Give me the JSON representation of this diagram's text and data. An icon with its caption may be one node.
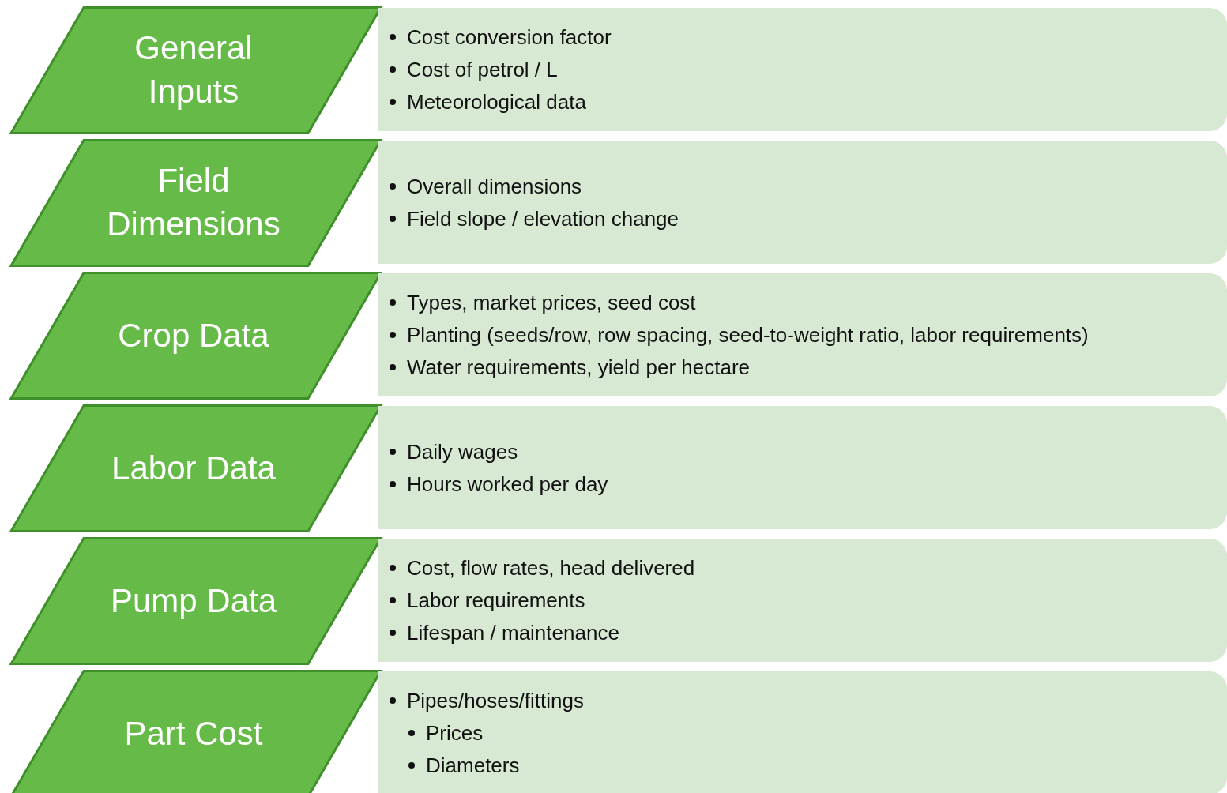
{
  "diagram": {
    "nodes": [
      {
        "text": [
          "General Inputs"
        ]
      },
      {
        "text": [
          "Cost conversion factor",
          "Cost of petrol / L",
          "Meteorological data"
        ]
      },
      {
        "text": [
          "Field Dimensions"
        ]
      },
      {
        "text": [
          "Overall dimensions",
          "Field slope / elevation change"
        ]
      },
      {
        "text": [
          "Crop Data"
        ]
      },
      {
        "text": [
          "Types, market prices, seed cost",
          "Planting (seeds/row, row spacing, seed-to-weight ratio, labor requirements)",
          "Water requirements, yield per hectare"
        ]
      },
      {
        "text": [
          "Labor Data"
        ]
      },
      {
        "text": [
          "Daily wages",
          "Hours worked per day"
        ]
      },
      {
        "text": [
          "Pump Data"
        ]
      },
      {
        "text": [
          "Cost, flow rates, head delivered",
          "Labor requirements",
          "Lifespan / maintenance"
        ]
      },
      {
        "text": [
          "Part Cost"
        ]
      },
      {
        "text": [
          "Pipes/hoses/fittings",
          "Prices",
          "Diameters"
        ]
      }
    ]
  }
}
